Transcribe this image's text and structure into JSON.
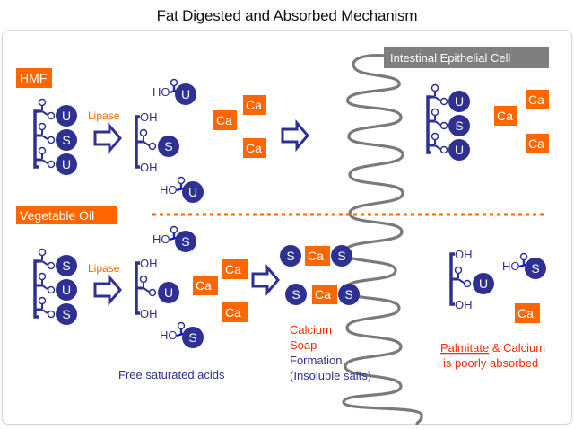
{
  "title": "Fat Digested and Absorbed Mechanism",
  "colors": {
    "navy": "#2e3192",
    "orange": "#ff6600",
    "orange_text": "#ff6600",
    "red_text": "#ff2a00",
    "gray_membrane": "#7a7a7a",
    "label_gray": "#7f7f7f"
  },
  "membrane_label": "Intestinal Epithelial Cell",
  "top_section": {
    "label": "HMF",
    "triglyceride": [
      "U",
      "S",
      "U"
    ],
    "enzyme": "Lipase",
    "monoglyceride": {
      "top": "OH",
      "middle": "S",
      "bottom": "OH"
    },
    "free_fatty_acids": [
      {
        "prefix": "HO",
        "acid": "U"
      },
      {
        "prefix": "HO",
        "acid": "U"
      }
    ],
    "calcium": [
      "Ca",
      "Ca",
      "Ca"
    ],
    "absorbed_triglyceride": [
      "U",
      "S",
      "U"
    ],
    "absorbed_calcium": [
      "Ca",
      "Ca",
      "Ca"
    ]
  },
  "bottom_section": {
    "label": "Vegetable Oil",
    "triglyceride": [
      "S",
      "U",
      "S"
    ],
    "enzyme": "Lipase",
    "monoglyceride": {
      "top": "OH",
      "middle": "U",
      "bottom": "OH"
    },
    "free_fatty_acids": [
      {
        "prefix": "HO",
        "acid": "S"
      },
      {
        "prefix": "HO",
        "acid": "S"
      }
    ],
    "calcium": [
      "Ca",
      "Ca",
      "Ca"
    ],
    "free_acids_caption": "Free saturated acids",
    "soaps": [
      {
        "left": "S",
        "middle": "Ca",
        "right": "S"
      },
      {
        "left": "S",
        "middle": "Ca",
        "right": "S"
      }
    ],
    "soap_caption": [
      "Calcium",
      "Soap",
      "Formation",
      "(Insoluble salts)"
    ],
    "absorbed_monoglyceride": {
      "top": "OH",
      "middle": "U",
      "bottom": "OH"
    },
    "absorbed_free_acid": {
      "prefix": "HO",
      "acid": "S"
    },
    "absorbed_calcium": "Ca",
    "conclusion": [
      "Palmitate",
      " & Calcium",
      "is poorly absorbed"
    ]
  }
}
